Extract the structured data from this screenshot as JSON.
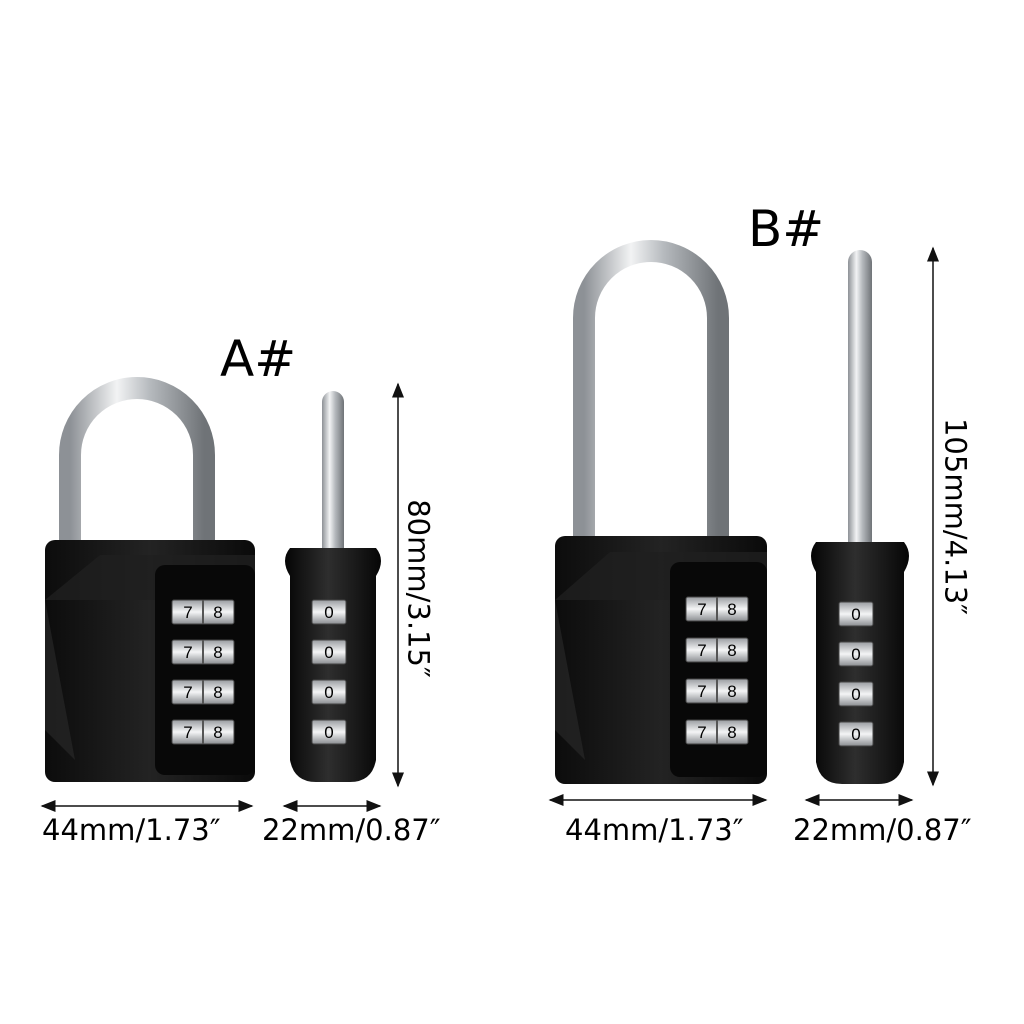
{
  "colors": {
    "background": "#ffffff",
    "lock_body": "#141414",
    "lock_body_highlight": "#3a3a3a",
    "shackle": "#c9ccd0",
    "dial_face": "#d9dbde",
    "dimension_line": "#111111"
  },
  "variants": [
    {
      "label": "A#",
      "width_front": "44mm/1.73″",
      "width_side": "22mm/0.87″",
      "height": "80mm/3.15″",
      "front_dials": [
        "7",
        "8"
      ],
      "side_dials": [
        "0"
      ],
      "shackle": "short"
    },
    {
      "label": "B#",
      "width_front": "44mm/1.73″",
      "width_side": "22mm/0.87″",
      "height": "105mm/4.13″",
      "front_dials": [
        "7",
        "8"
      ],
      "side_dials": [
        "0"
      ],
      "shackle": "long"
    }
  ]
}
